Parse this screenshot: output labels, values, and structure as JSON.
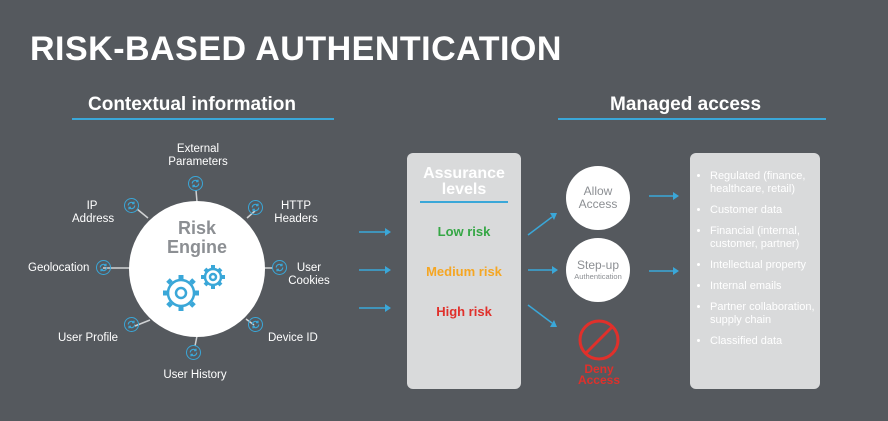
{
  "title": "RISK-BASED AUTHENTICATION",
  "contextual": {
    "heading": "Contextual information",
    "engine_line1": "Risk",
    "engine_line2": "Engine",
    "inputs": {
      "external_l1": "External",
      "external_l2": "Parameters",
      "ip_l1": "IP",
      "ip_l2": "Address",
      "http_l1": "HTTP",
      "http_l2": "Headers",
      "geolocation": "Geolocation",
      "cookies_l1": "User",
      "cookies_l2": "Cookies",
      "profile": "User Profile",
      "device": "Device ID",
      "history": "User History"
    }
  },
  "assurance": {
    "title_l1": "Assurance",
    "title_l2": "levels",
    "levels": [
      "Low risk",
      "Medium risk",
      "High risk"
    ],
    "level_colors": [
      "#35a745",
      "#f5a623",
      "#e0302b"
    ]
  },
  "decisions": {
    "allow_l1": "Allow",
    "allow_l2": "Access",
    "stepup_l1": "Step-up",
    "stepup_l2": "Authentication",
    "deny_l1": "Deny",
    "deny_l2": "Access"
  },
  "managed": {
    "heading": "Managed access",
    "items": [
      [
        "Regulated (finance,",
        "healthcare, retail)"
      ],
      [
        "Customer data"
      ],
      [
        "Financial (internal,",
        "customer, partner)"
      ],
      [
        "Intellectual property"
      ],
      [
        "Internal emails"
      ],
      [
        "Partner collaboration,",
        "supply chain"
      ],
      [
        "Classified data"
      ]
    ]
  },
  "colors": {
    "background": "#55595e",
    "accent": "#3aa7d8",
    "panel": "#d9dadb",
    "deny": "#e0302b"
  },
  "icons": [
    "sync-icon",
    "gears-icon",
    "arrow-right-icon",
    "prohibited-icon"
  ]
}
